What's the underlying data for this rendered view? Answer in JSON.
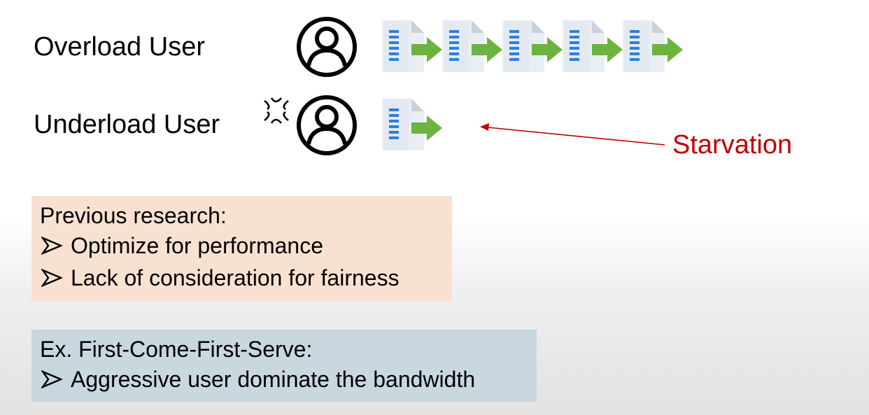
{
  "users": {
    "overload": {
      "label": "Overload User",
      "queued_requests": 5
    },
    "underload": {
      "label": "Underload User",
      "queued_requests": 1
    }
  },
  "annotation": {
    "label": "Starvation",
    "color": "#c00000"
  },
  "research_box": {
    "title": "Previous research:",
    "bullets": [
      "Optimize for performance",
      "Lack of consideration for fairness"
    ],
    "background": "#f9e1d1"
  },
  "example_box": {
    "title": "Ex. First-Come-First-Serve:",
    "bullets": [
      "Aggressive user dominate the bandwidth"
    ],
    "background": "#c9d7df"
  },
  "icons": {
    "user": "user-circle-icon",
    "request": "document-arrow-icon",
    "frustration": "anger-symbol-icon",
    "bullet": "arrowhead-bullet-icon"
  },
  "colors": {
    "document_lines": "#2f7fd9",
    "arrow_green": "#6cb33f"
  }
}
